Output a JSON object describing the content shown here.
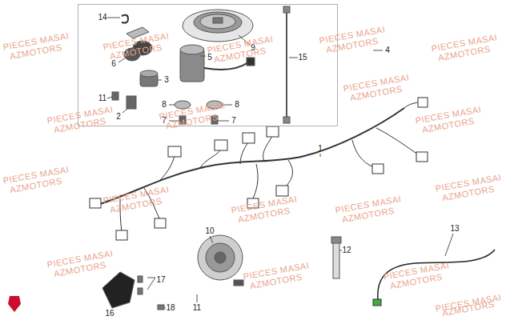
{
  "diagram": {
    "nodes": [
      {
        "text": [
          "14",
          "9",
          "15",
          "6",
          "5",
          "3",
          "11",
          "8",
          "8",
          "2",
          "7",
          "7"
        ]
      }
    ],
    "labels": [
      "4",
      "1",
      "10",
      "12",
      "13",
      "11",
      "17",
      "16",
      "18",
      "PIECES MASAI",
      "AZMOTORS",
      "PIECES MASAI",
      "AZMOTORS",
      "PIECES MASAI",
      "AZMOTORS",
      "PIECES MASAI",
      "AZMOTORS",
      "PIECES MASAI",
      "AZMOTORS",
      "PIECES MASAI",
      "AZMOTORS",
      "PIECES MASAI",
      "AZMOTORS",
      "PIECES MASAI",
      "AZMOTORS",
      "PIECES MASAI",
      "AZMOTORS",
      "PIECES MASAI",
      "AZMOTORS",
      "PIECES MASAI",
      "AZMOTORS",
      "PIECES MASAI",
      "AZMOTORS",
      "PIECES MASAI",
      "AZMOTORS",
      "PIECES MASAI",
      "AZMOTORS",
      "PIECES MASAI",
      "AZMOTORS",
      "PIECES MASAI",
      "AZMOTORS",
      "PIECES MASAI",
      "AZMOTORS",
      "PIECES MASAI",
      "AZMOTORS"
    ]
  }
}
